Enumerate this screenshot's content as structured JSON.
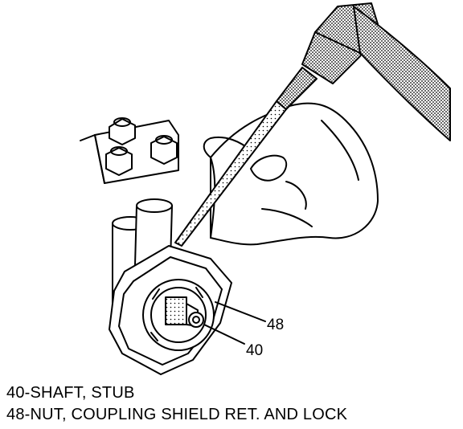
{
  "callouts": {
    "c48": "48",
    "c40": "40"
  },
  "legend": [
    "40-SHAFT, STUB",
    "48-NUT, COUPLING SHIELD RET. AND LOCK"
  ]
}
